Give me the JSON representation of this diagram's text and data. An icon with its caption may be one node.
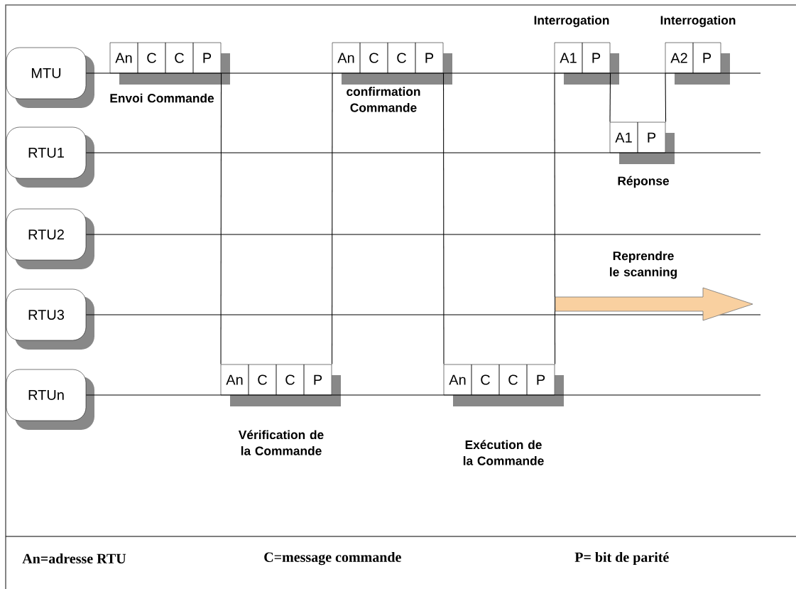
{
  "diagram": {
    "nodes": [
      {
        "text": [
          "MTU"
        ]
      },
      {
        "text": [
          "RTU1"
        ]
      },
      {
        "text": [
          "RTU2"
        ]
      },
      {
        "text": [
          "RTU3"
        ]
      },
      {
        "text": [
          "RTUn"
        ]
      },
      {
        "text": [
          "An",
          "C",
          "C",
          "P"
        ],
        "beside": [
          "Envoi Commande"
        ]
      },
      {
        "text": [
          "An",
          "C",
          "C",
          "P"
        ],
        "beside": [
          "confirmation Commande"
        ]
      },
      {
        "text": [
          "A1",
          "P"
        ],
        "beside": [
          "Interrogation"
        ]
      },
      {
        "text": [
          "A2",
          "P"
        ],
        "beside": [
          "Interrogation"
        ]
      },
      {
        "text": [
          "A1",
          "P"
        ],
        "beside": [
          "Réponse"
        ]
      },
      {
        "text": [
          "An",
          "C",
          "C",
          "P"
        ],
        "beside": [
          "Vérification de la Commande"
        ]
      },
      {
        "text": [
          "An",
          "C",
          "C",
          "P"
        ],
        "beside": [
          "Exécution de la Commande"
        ]
      }
    ],
    "edges": [
      {
        "from": 0,
        "to": null,
        "arrow": "none"
      },
      {
        "from": 1,
        "to": null,
        "arrow": "none"
      },
      {
        "from": 2,
        "to": null,
        "arrow": "none"
      },
      {
        "from": 3,
        "to": null,
        "arrow": "none"
      },
      {
        "from": 4,
        "to": null,
        "arrow": "none"
      },
      {
        "from": 5,
        "to": 10,
        "arrow": "none"
      },
      {
        "from": 10,
        "to": 6,
        "arrow": "none"
      },
      {
        "from": 6,
        "to": 11,
        "arrow": "none"
      },
      {
        "from": 11,
        "to": 7,
        "arrow": "none"
      },
      {
        "from": 7,
        "to": 9,
        "arrow": "none"
      },
      {
        "from": 9,
        "to": 8,
        "arrow": "none"
      }
    ],
    "labels": [
      "Reprendre le scanning",
      "An=adresse RTU",
      "C=message commande",
      "P= bit de parité"
    ]
  }
}
